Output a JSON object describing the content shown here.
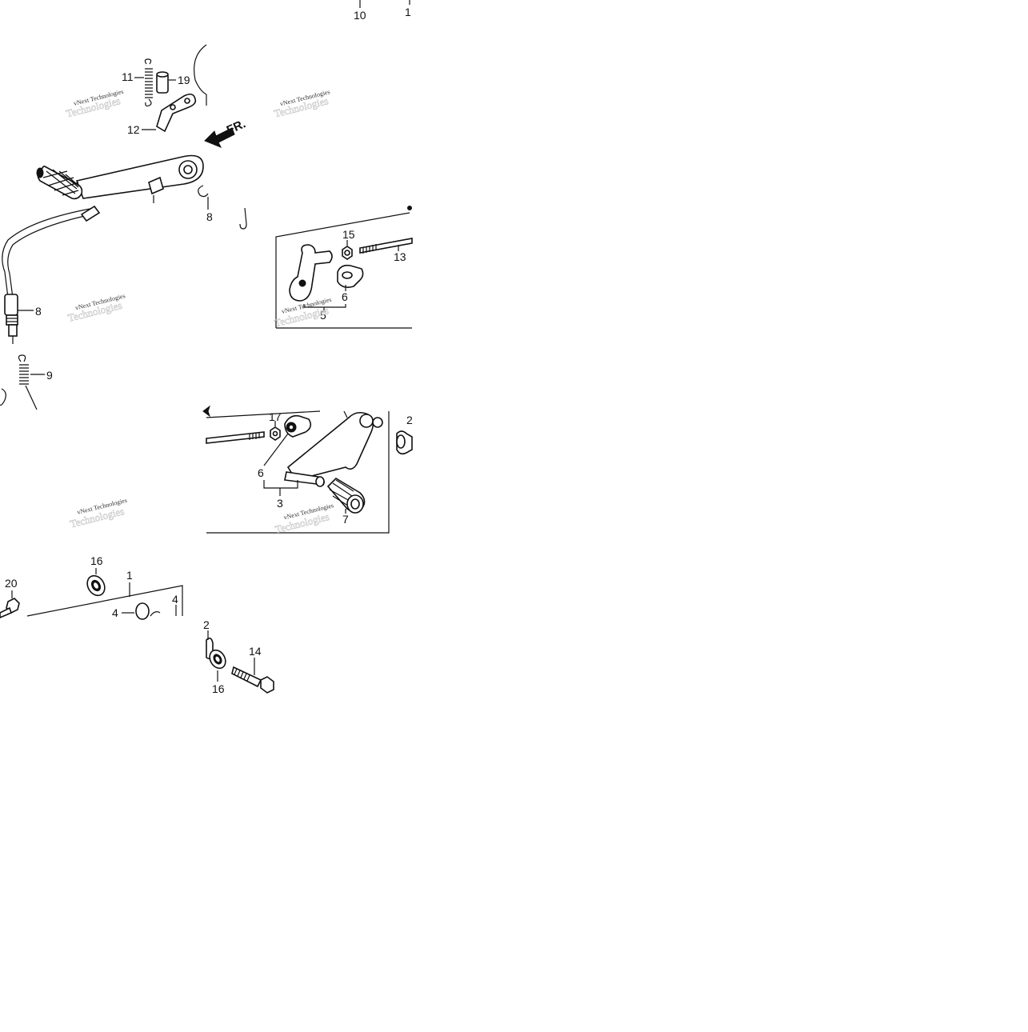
{
  "diagram": {
    "front_arrow_label": "FR.",
    "watermark_line1": "vNext Technologies",
    "watermark_line2": "Technologies",
    "callouts": {
      "c1": "1",
      "c2": "2",
      "c3": "3",
      "c4": "4",
      "c5": "5",
      "c6": "6",
      "c7": "7",
      "c8": "8",
      "c9": "9",
      "c10": "10",
      "c11": "11",
      "c12": "12",
      "c13": "13",
      "c14": "14",
      "c15": "15",
      "c16": "16",
      "c17": "17",
      "c19": "19",
      "c20": "20"
    }
  }
}
